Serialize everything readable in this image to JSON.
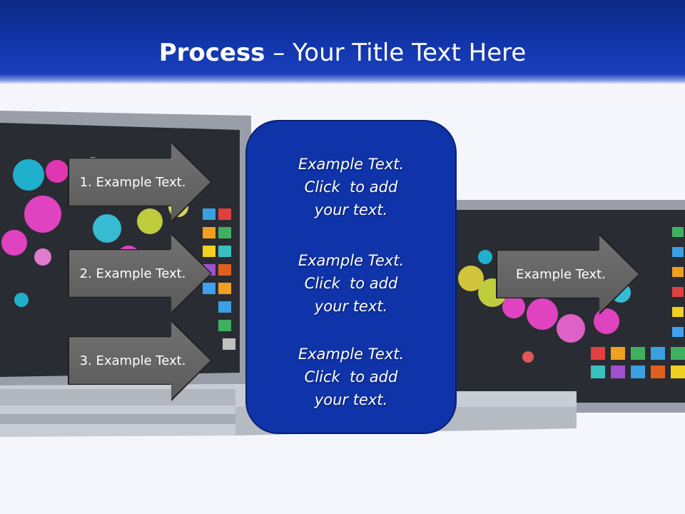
{
  "slide": {
    "title_bold": "Process",
    "title_rest": " – Your Title Text Here",
    "left_arrows": [
      {
        "label": "1. Example Text."
      },
      {
        "label": "2. Example Text."
      },
      {
        "label": "3. Example Text."
      }
    ],
    "center_box": {
      "blocks": [
        {
          "line1": "Example Text.",
          "line2": "Click  to add",
          "line3": "your text."
        },
        {
          "line1": "Example Text.",
          "line2": "Click  to add",
          "line3": "your text."
        },
        {
          "line1": "Example Text.",
          "line2": "Click  to add",
          "line3": "your text."
        }
      ]
    },
    "right_arrow": {
      "label": "Example Text."
    }
  },
  "colors": {
    "banner": "#1236ad",
    "center_box_fill": "#0f33a8",
    "arrow_fill": "#626262",
    "background": "#f4f6fc"
  }
}
